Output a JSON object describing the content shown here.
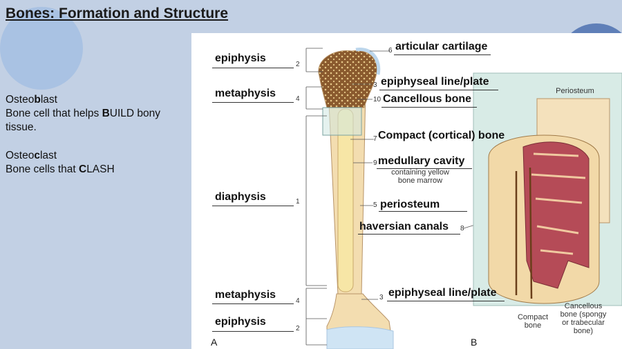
{
  "slide": {
    "title": "Bones: Formation and Structure",
    "osteoblast": {
      "name_pre": "Osteo",
      "name_bold": "b",
      "name_post": "last",
      "desc_pre": "Bone cell that helps ",
      "desc_bold": "B",
      "desc_post": "UILD bony tissue."
    },
    "osteoclast": {
      "name_pre": "Osteo",
      "name_bold": "c",
      "name_post": "last",
      "desc_pre": "Bone cells that ",
      "desc_bold": "C",
      "desc_post": "LASH"
    }
  },
  "diagram": {
    "panel_a": "A",
    "panel_b": "B",
    "left_labels": [
      {
        "text": "epiphysis",
        "num": "2"
      },
      {
        "text": "metaphysis",
        "num": "4"
      },
      {
        "text": "diaphysis",
        "num": "1"
      },
      {
        "text": "metaphysis",
        "num": "4"
      },
      {
        "text": "epiphysis",
        "num": "2"
      }
    ],
    "right_labels": [
      {
        "text": "articular cartilage",
        "num": "6"
      },
      {
        "text": "epiphyseal line/plate",
        "num": "3"
      },
      {
        "text": "Cancellous bone",
        "num": "10"
      },
      {
        "text": "Compact (cortical) bone",
        "num": "7"
      },
      {
        "text": "medullary cavity",
        "num": "9"
      },
      {
        "text": "periosteum",
        "num": "5"
      },
      {
        "text": "haversian canals",
        "num": "8"
      },
      {
        "text": "epiphyseal line/plate",
        "num": "3"
      }
    ],
    "marrow_note": "containing yellow bone marrow",
    "inset": {
      "periosteum": "Periosteum",
      "compact": "Compact bone",
      "cancellous": "Cancellous bone (spongy or trabecular bone)"
    }
  }
}
